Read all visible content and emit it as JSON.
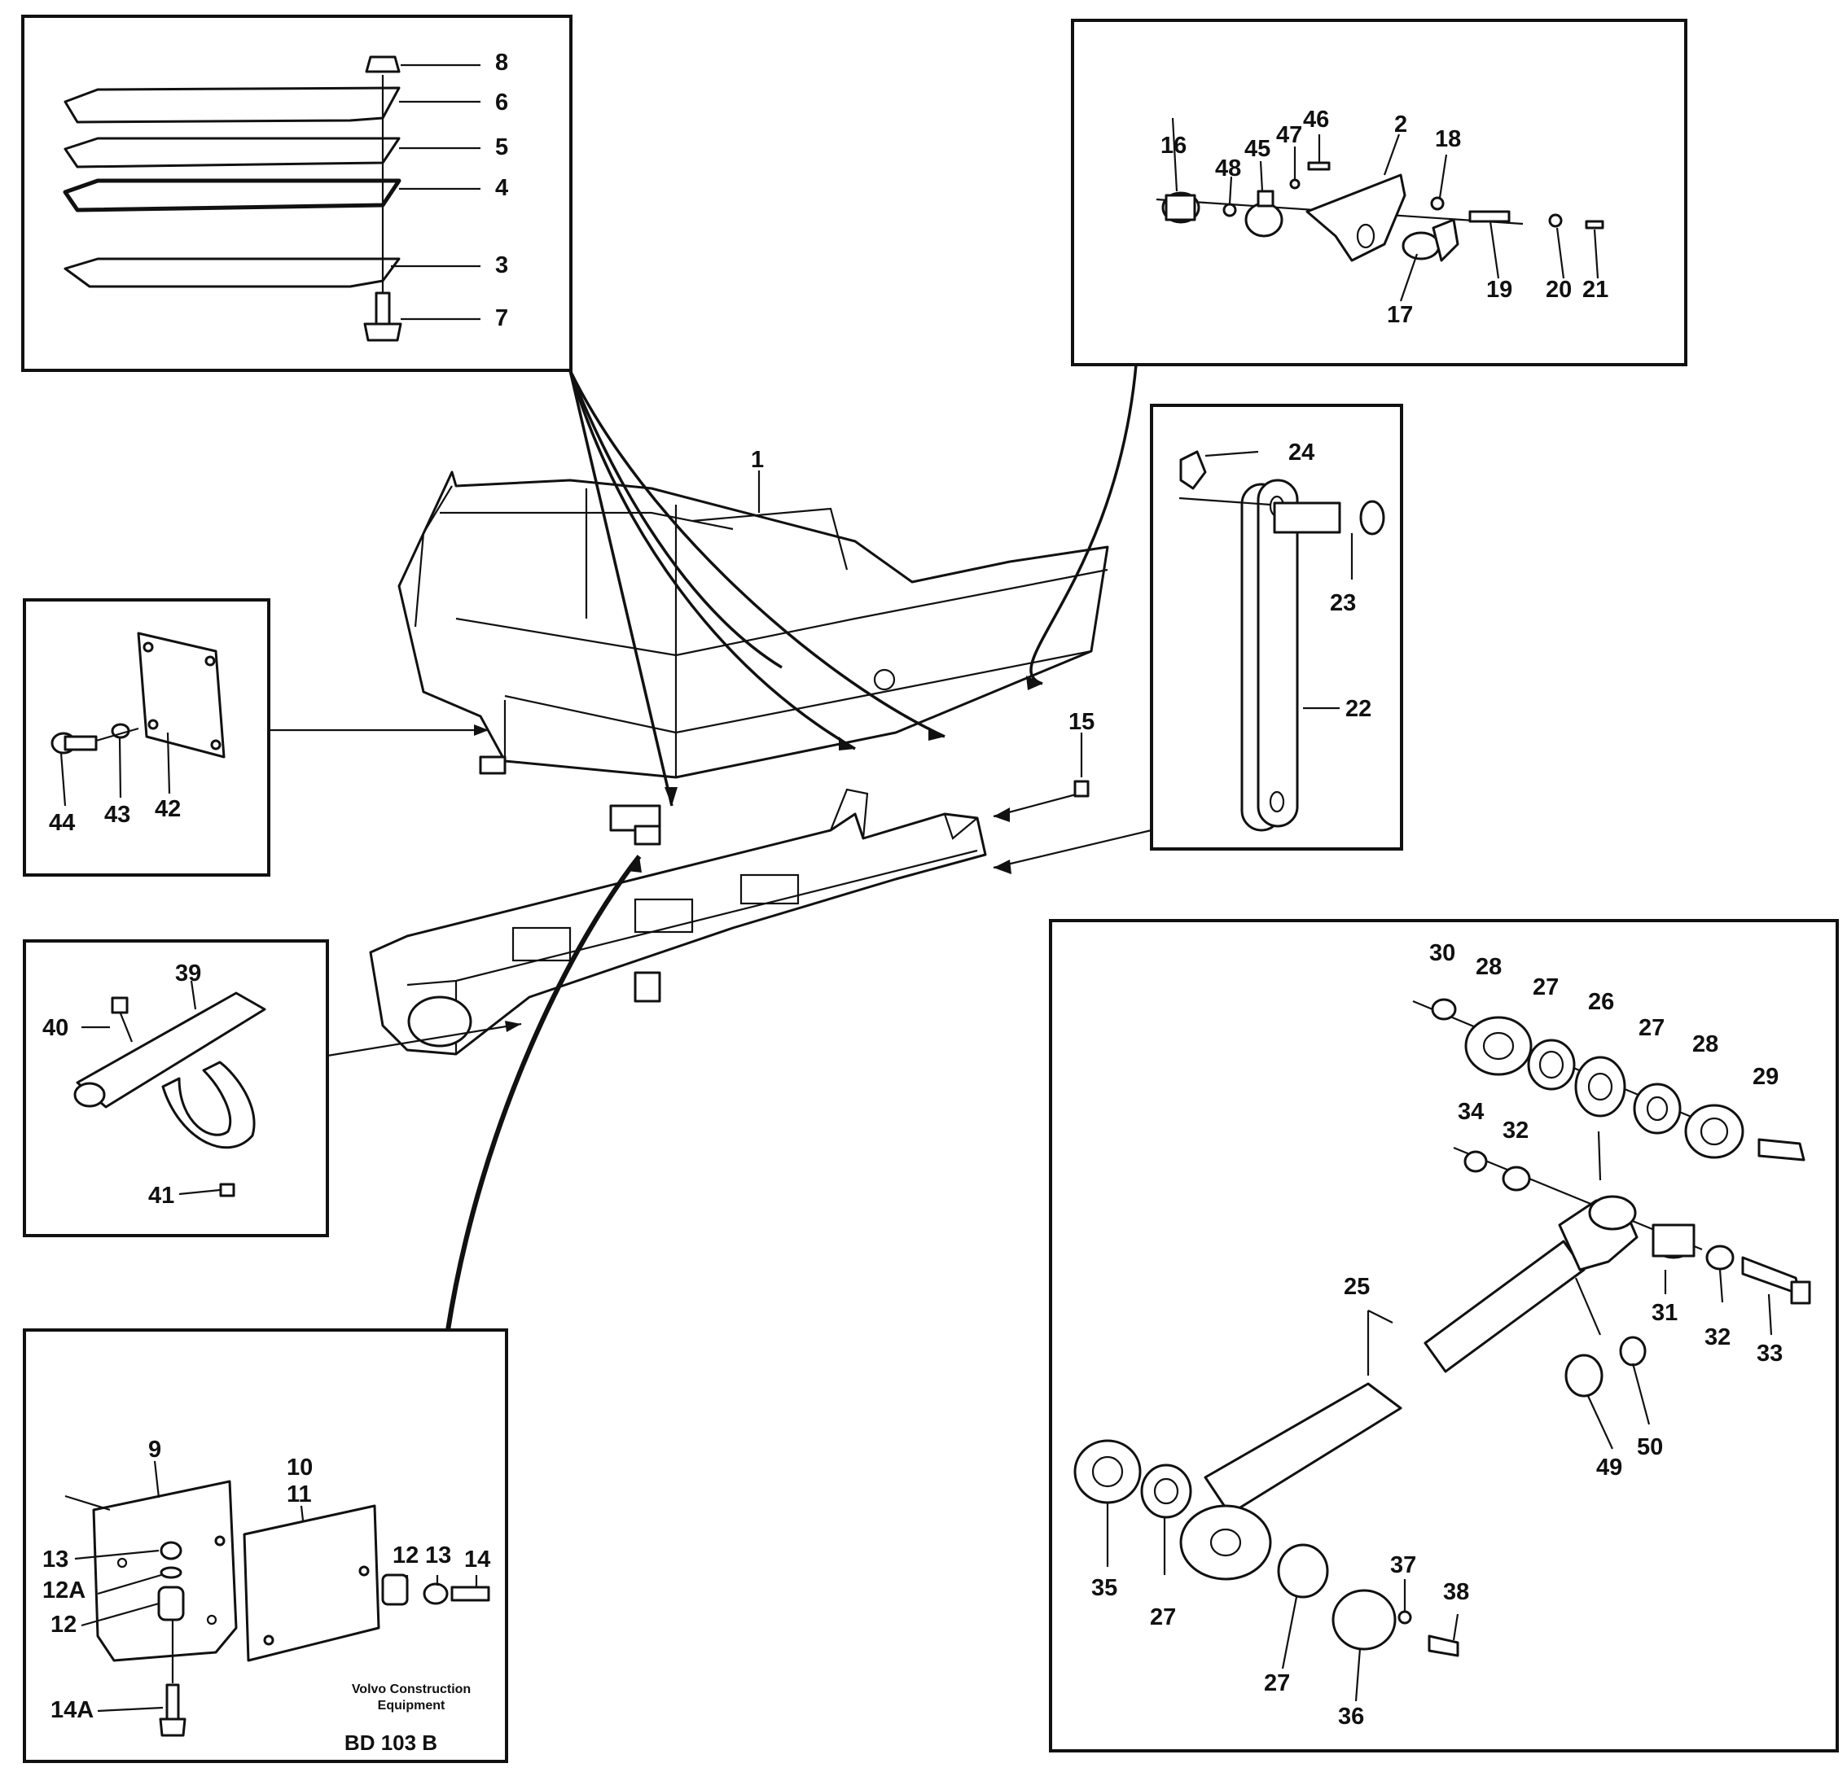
{
  "diagram": {
    "labels": {
      "p1": "1",
      "p2": "2",
      "p3": "3",
      "p4": "4",
      "p5": "5",
      "p6": "6",
      "p7": "7",
      "p8": "8",
      "p9": "9",
      "p10": "10",
      "p11": "11",
      "p12a": "12",
      "p12b": "12",
      "p12A": "12A",
      "p13a": "13",
      "p13b": "13",
      "p14": "14",
      "p14A": "14A",
      "p15": "15",
      "p16": "16",
      "p17": "17",
      "p18": "18",
      "p19": "19",
      "p20": "20",
      "p21": "21",
      "p22": "22",
      "p23": "23",
      "p24": "24",
      "p25": "25",
      "p26": "26",
      "p27a": "27",
      "p27b": "27",
      "p27c": "27",
      "p27d": "27",
      "p28a": "28",
      "p28b": "28",
      "p29": "29",
      "p30": "30",
      "p31": "31",
      "p32a": "32",
      "p32b": "32",
      "p33": "33",
      "p34": "34",
      "p35": "35",
      "p36": "36",
      "p37": "37",
      "p38": "38",
      "p39": "39",
      "p40": "40",
      "p41": "41",
      "p42": "42",
      "p43": "43",
      "p44": "44",
      "p45": "45",
      "p46": "46",
      "p47": "47",
      "p48": "48",
      "p49": "49",
      "p50": "50"
    },
    "publisher_line1": "Volvo Construction",
    "publisher_line2": "Equipment",
    "drawing_code": "BD 103 B"
  }
}
